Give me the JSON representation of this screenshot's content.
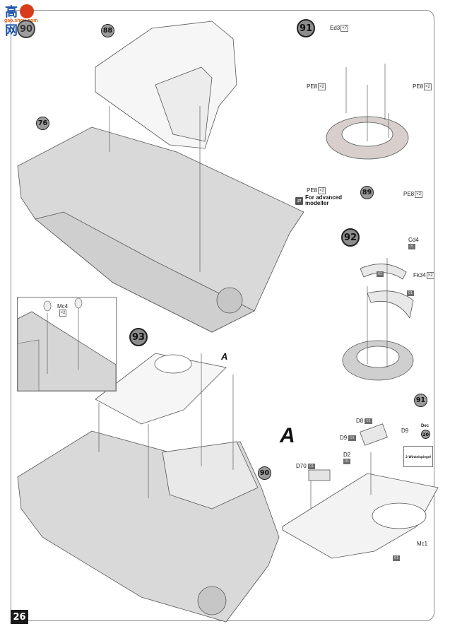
{
  "page": {
    "number": "26"
  },
  "watermark": {
    "main": "高 网",
    "sub": "gao.shou.com"
  },
  "steps": {
    "s90_partial": "90",
    "s88": "88",
    "s76": "76",
    "s91": "91",
    "s89": "89",
    "s92": "92",
    "s91_ref": "91",
    "s93": "93",
    "s90": "90",
    "dec20": "20"
  },
  "step91": {
    "parts": [
      {
        "part": "Ed3",
        "qty": "×7"
      },
      {
        "part": "PE8",
        "qty": "×2"
      },
      {
        "part": "PE8",
        "qty": "×2"
      },
      {
        "part": "PE8",
        "qty": "×2"
      },
      {
        "part": "PE8",
        "qty": "×2"
      }
    ],
    "advanced_note_line1": "For advanced",
    "advanced_note_line2": "modeller"
  },
  "step92": {
    "parts": [
      {
        "part": "Cd4",
        "sprue": "01"
      },
      {
        "part": "Fk34",
        "qty": "×2"
      }
    ],
    "sprue_tags": [
      "02",
      "01"
    ]
  },
  "inset": {
    "part": "Mc4",
    "qty": "×2"
  },
  "step93": {
    "subassembly_ref": "A"
  },
  "subassembly_A": {
    "title": "A",
    "parts": [
      {
        "part": "D8",
        "sprue": "01"
      },
      {
        "part": "D9",
        "sprue": "01"
      },
      {
        "part": "D2",
        "sprue": "01"
      },
      {
        "part": "D70",
        "sprue": "01"
      },
      {
        "part": "Mc1"
      },
      {
        "part": "D9"
      }
    ],
    "bottom_sprue": "01",
    "decal_label": "Dec",
    "decal_text": "2 Winkelspiegel"
  }
}
